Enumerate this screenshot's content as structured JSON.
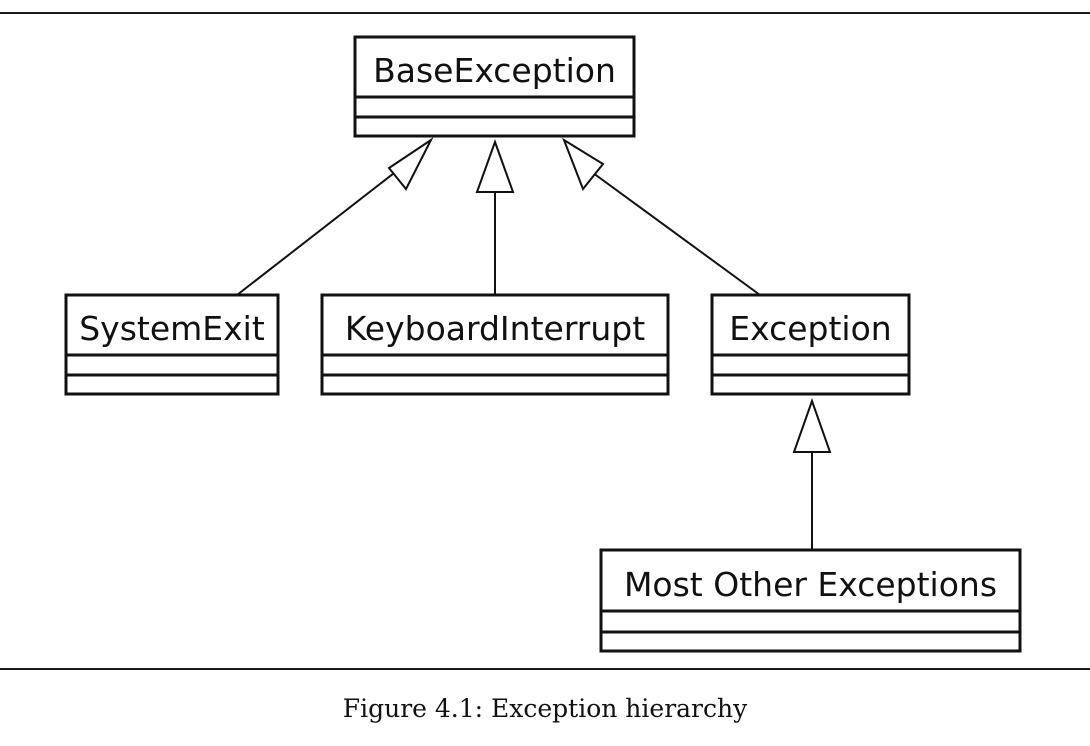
{
  "classes": {
    "base_exception": "BaseException",
    "system_exit": "SystemExit",
    "keyboard_interrupt": "KeyboardInterrupt",
    "exception": "Exception",
    "most_other_exceptions": "Most Other Exceptions"
  },
  "caption": "Figure 4.1: Exception hierarchy"
}
